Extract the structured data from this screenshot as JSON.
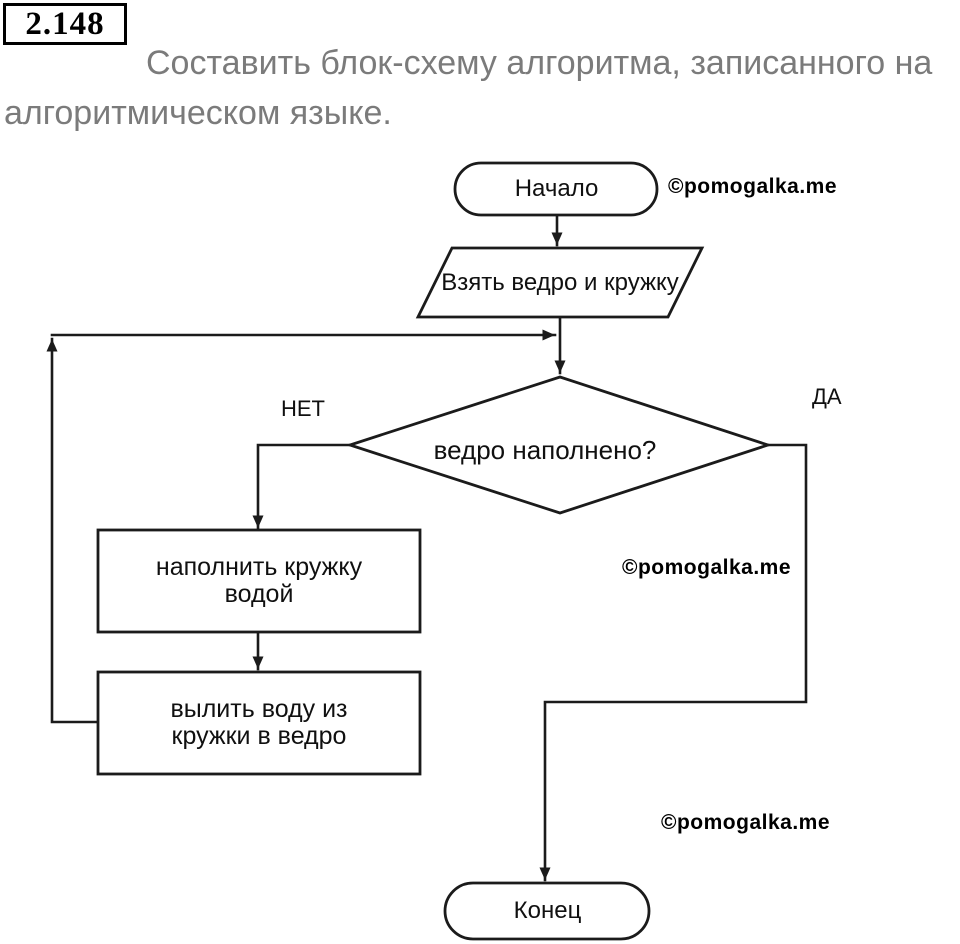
{
  "header": {
    "number": "2.148",
    "title": "Составить блок-схему алгоритма, записанного на алгоритмическом языке."
  },
  "watermarks": {
    "top": "©pomogalka.me",
    "middle": "©pomogalka.me",
    "bottom": "©pomogalka.me"
  },
  "flowchart": {
    "start_label": "Начало",
    "input_label": "Взять ведро и кружку",
    "decision_label": "ведро наполнено?",
    "branch_no": "НЕТ",
    "branch_yes": "ДА",
    "process_fill": {
      "line1": "наполнить кружку",
      "line2": "водой"
    },
    "process_pour": {
      "line1": "вылить воду из",
      "line2": "кружки в ведро"
    },
    "end_label": "Конец"
  },
  "colors": {
    "line": "#1b1b1b",
    "text": "#101010",
    "header_text": "#7b7b7b",
    "watermark": "#000000",
    "background": "#ffffff"
  }
}
